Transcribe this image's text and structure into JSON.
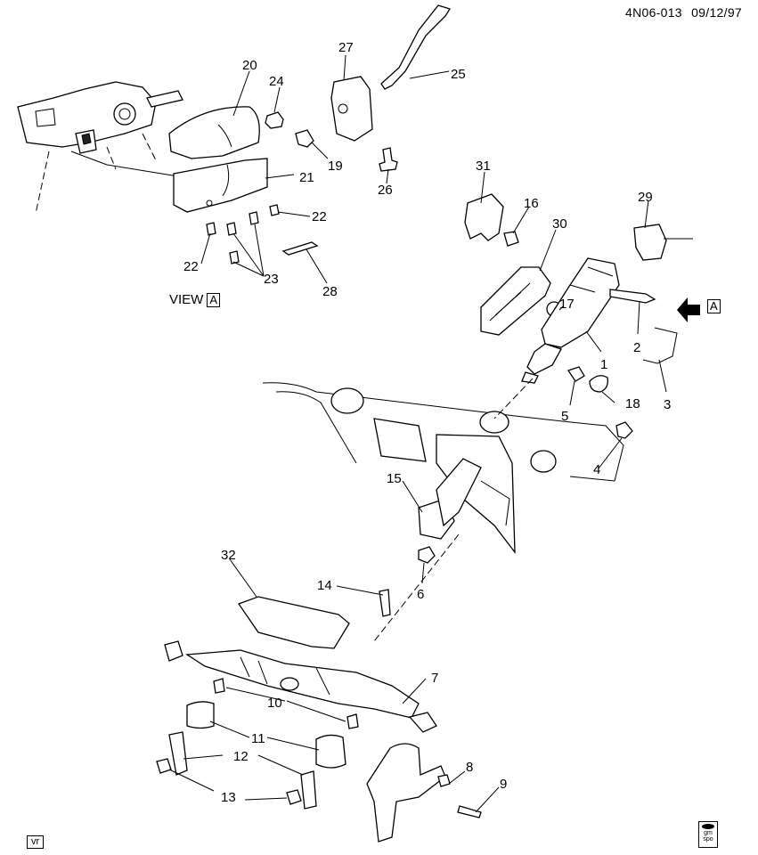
{
  "header": {
    "code": "4N06-013",
    "date": "09/12/97"
  },
  "view_label": {
    "text": "VIEW",
    "box": "A"
  },
  "arrow_label": "A",
  "footer": {
    "vr": "vr",
    "logo_top": "gm",
    "logo_bottom": "spo"
  },
  "callouts": [
    "1",
    "2",
    "3",
    "4",
    "5",
    "6",
    "7",
    "8",
    "9",
    "10",
    "11",
    "12",
    "13",
    "14",
    "15",
    "16",
    "17",
    "18",
    "19",
    "20",
    "21",
    "22",
    "22",
    "23",
    "24",
    "25",
    "26",
    "27",
    "28",
    "29",
    "30",
    "31",
    "32"
  ]
}
